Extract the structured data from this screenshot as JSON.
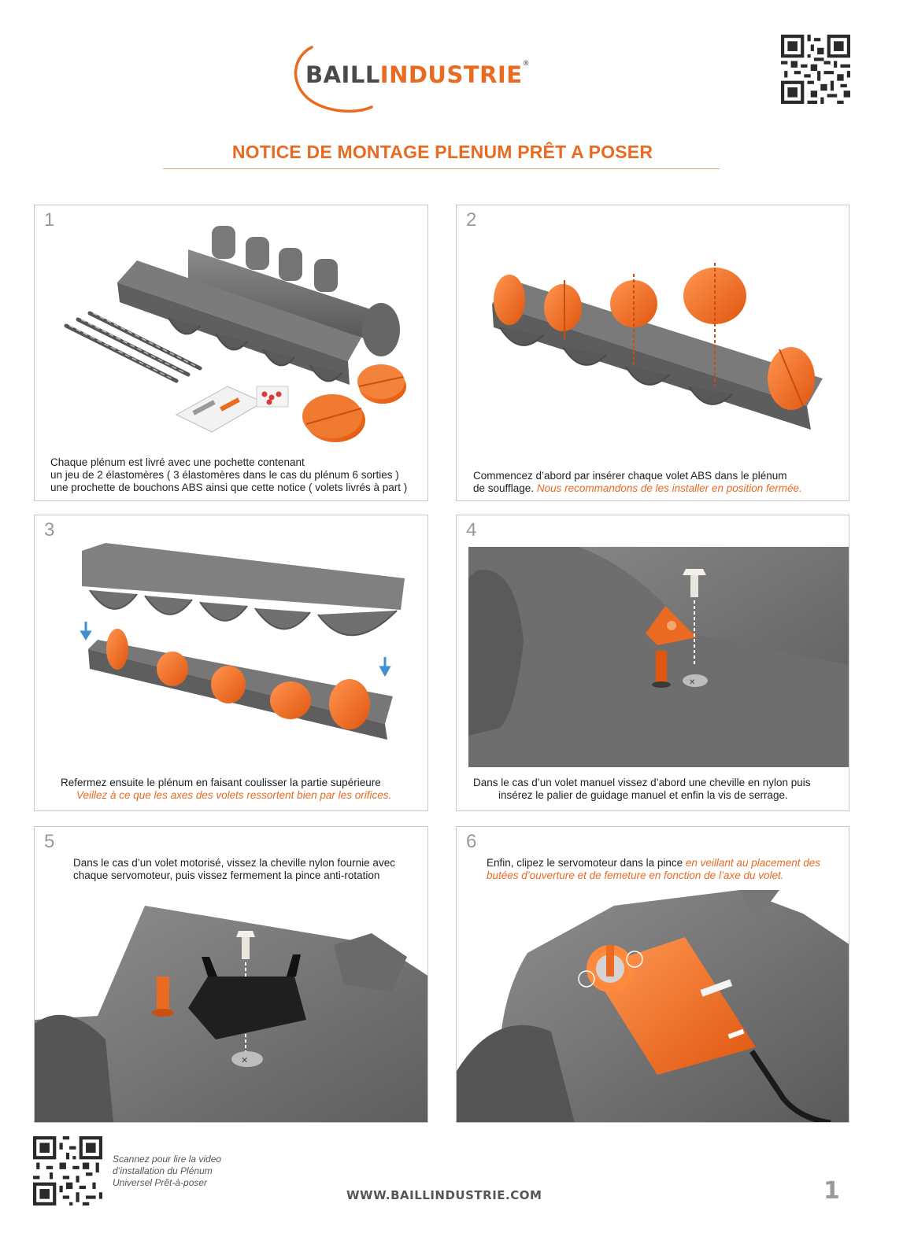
{
  "header": {
    "brand_part1": "BAILL",
    "brand_part2": "INDUSTRIE",
    "registered_mark": "®",
    "title": "NOTICE DE MONTAGE PLENUM PRÊT A POSER"
  },
  "colors": {
    "accent": "#ea6a21",
    "foam": "#6b6b6b",
    "border": "#c8c8c8"
  },
  "steps": [
    {
      "number": "1",
      "caption_lines": [
        "Chaque plénum est livré avec une pochette contenant",
        "un jeu de 2 élastomères ( 3 élastomères dans le cas du plénum 6 sorties )",
        "une prochette de bouchons ABS ainsi que cette notice ( volets livrés à part )"
      ]
    },
    {
      "number": "2",
      "caption_line1": "Commencez d’abord par insérer chaque volet ABS dans le plénum",
      "caption_line2_plain": "de soufflage. ",
      "caption_line2_em": "Nous recommandons de les installer en position fermée."
    },
    {
      "number": "3",
      "caption_line1": "Refermez ensuite le plénum en faisant coulisser la partie supérieure",
      "caption_line2_em": "Veillez à ce que les axes des volets ressortent bien par les orifices."
    },
    {
      "number": "4",
      "caption_line1": "Dans le cas d’un volet manuel vissez d’abord une cheville en nylon puis",
      "caption_line2": "insérez le palier de guidage manuel et enfin la vis de serrage."
    },
    {
      "number": "5",
      "caption_line1": "Dans le cas d’un volet motorisé, vissez la cheville nylon fournie avec",
      "caption_line2": "chaque servomoteur, puis vissez fermement la pince anti-rotation"
    },
    {
      "number": "6",
      "caption_line1_plain": "Enfin, clipez le servomoteur dans la pince ",
      "caption_line1_em": "en veillant au placement des",
      "caption_line2_em": "butées d’ouverture et de femeture en fonction de l’axe du volet."
    }
  ],
  "footer": {
    "scan_lines": [
      "Scannez pour lire la video",
      "d’installation du Plénum",
      "Universel Prêt-à-poser"
    ],
    "website": "WWW.BAILLINDUSTRIE.COM",
    "page_number": "1"
  }
}
